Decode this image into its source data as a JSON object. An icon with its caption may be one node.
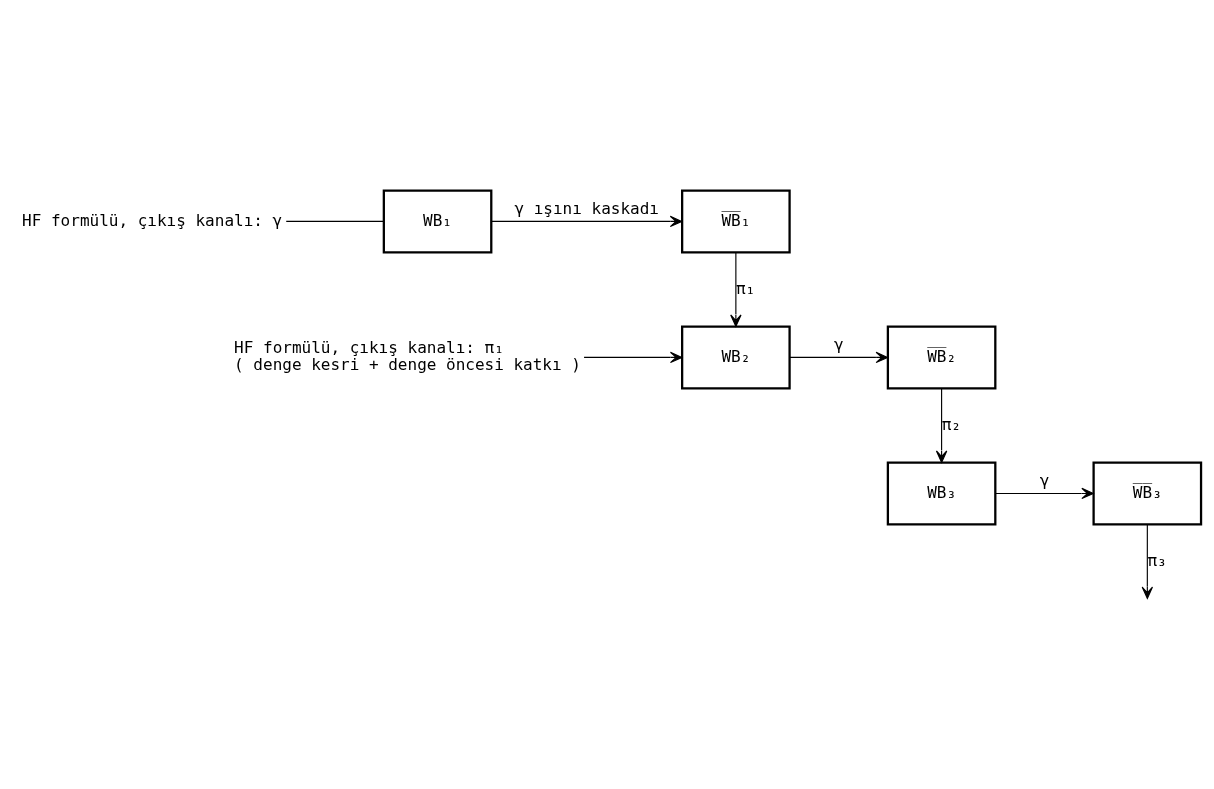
{
  "diagram": {
    "nodes": [
      {
        "text": [
          "HF formülü, çıkış kanalı: γ"
        ]
      },
      {
        "text": [
          "WB₁"
        ]
      },
      {
        "text": [
          "W̅B̅₁"
        ]
      },
      {
        "text": [
          "HF formülü, çıkış kanalı: π₁"
        ],
        "beside": [
          "( denge kesri + denge öncesi katkı )"
        ]
      },
      {
        "text": [
          "WB₂"
        ]
      },
      {
        "text": [
          "W̅B̅₂"
        ]
      },
      {
        "text": [
          "WB₃"
        ]
      },
      {
        "text": [
          "W̅B̅₃"
        ]
      }
    ],
    "edges": [
      {
        "from": 0,
        "to": 1,
        "arrow": "none"
      },
      {
        "from": 1,
        "to": 2,
        "arrow": "to",
        "label": "γ ışını kaskadı"
      },
      {
        "from": 2,
        "to": 4,
        "arrow": "to",
        "label": "π₁"
      },
      {
        "from": 3,
        "to": 4,
        "arrow": "to"
      },
      {
        "from": 4,
        "to": 5,
        "arrow": "to",
        "label": "γ"
      },
      {
        "from": 5,
        "to": 6,
        "arrow": "to",
        "label": "π₂"
      },
      {
        "from": 6,
        "to": 7,
        "arrow": "to",
        "label": "γ"
      },
      {
        "from": 7,
        "to": null,
        "arrow": "to",
        "label": "π₃"
      }
    ]
  }
}
